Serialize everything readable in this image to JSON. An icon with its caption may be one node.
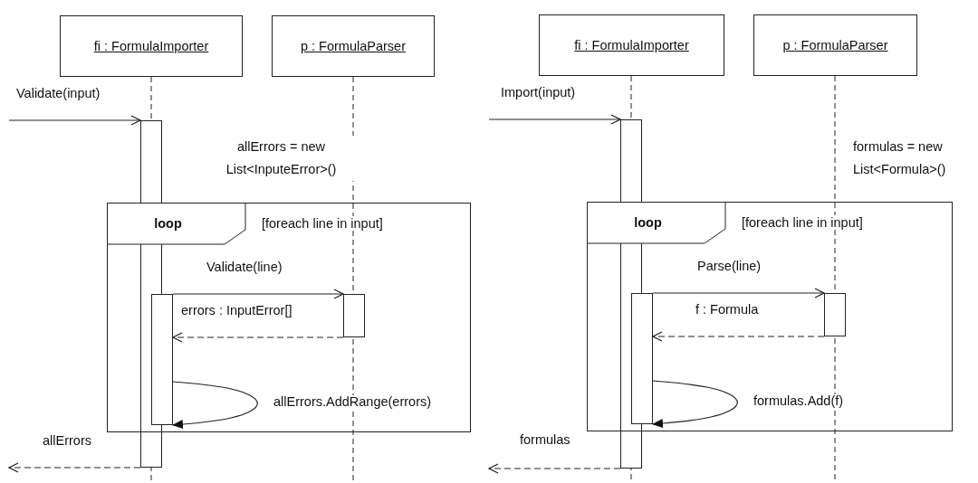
{
  "diagram": {
    "nodes": [
      {
        "text": [
          "fi : FormulaImporter"
        ]
      },
      {
        "text": [
          "p : FormulaParser"
        ]
      },
      {
        "text": [
          "loop",
          "[foreach line in input]"
        ]
      },
      {
        "text": [],
        "shape": "bar"
      },
      {
        "text": [],
        "shape": "bar",
        "in": 2
      },
      {
        "text": [],
        "shape": "bar",
        "in": 2
      },
      {
        "text": [
          "fi : FormulaImporter"
        ]
      },
      {
        "text": [
          "p : FormulaParser"
        ]
      },
      {
        "text": [
          "loop",
          "[foreach line in input]"
        ]
      },
      {
        "text": [],
        "shape": "bar"
      },
      {
        "text": [],
        "shape": "bar",
        "in": 8
      },
      {
        "text": [],
        "shape": "bar",
        "in": 8
      }
    ],
    "edges": [
      {
        "from": null,
        "to": 3,
        "arrow": "to",
        "label": "Validate(input)"
      },
      {
        "from": 4,
        "to": 5,
        "arrow": "to",
        "label": "Validate(line)"
      },
      {
        "from": 5,
        "to": 4,
        "arrow": "to",
        "label": "errors : InputError[]",
        "style": "dashed"
      },
      {
        "from": 4,
        "to": 4,
        "arrow": "to",
        "label": "allErrors.AddRange(errors)"
      },
      {
        "from": 3,
        "to": null,
        "arrow": "to",
        "label": "allErrors",
        "style": "dashed"
      },
      {
        "from": null,
        "to": 9,
        "arrow": "to",
        "label": "Import(input)"
      },
      {
        "from": 10,
        "to": 11,
        "arrow": "to",
        "label": "Parse(line)"
      },
      {
        "from": 11,
        "to": 10,
        "arrow": "to",
        "label": "f : Formula",
        "style": "dashed"
      },
      {
        "from": 10,
        "to": 10,
        "arrow": "to",
        "label": "formulas.Add(f)"
      },
      {
        "from": 9,
        "to": null,
        "arrow": "to",
        "label": "formulas",
        "style": "dashed"
      }
    ],
    "labels": [
      "allErrors = new List<InputeError>()",
      "formulas = new List<Formula>()"
    ]
  }
}
